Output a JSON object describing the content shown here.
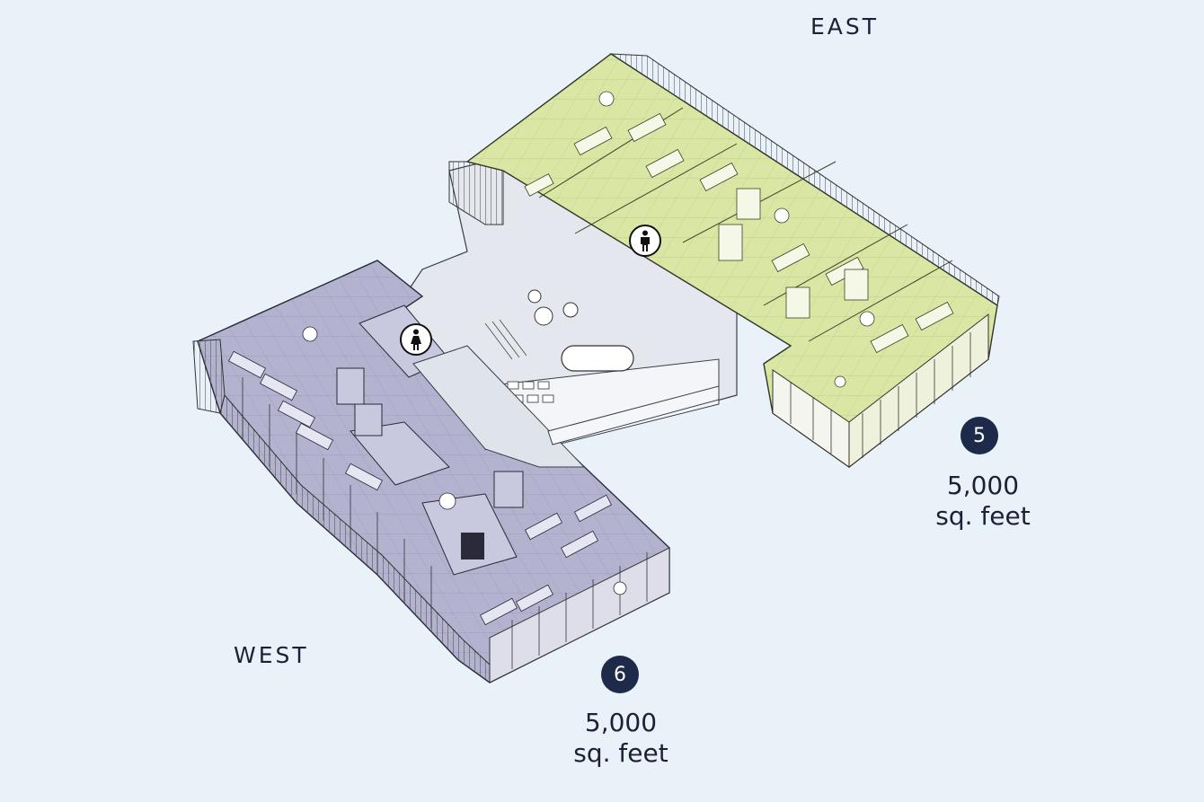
{
  "wings": {
    "east": {
      "label": "EAST",
      "floor_number": "5",
      "area_value": "5,000",
      "area_unit": "sq. feet",
      "highlight_color": "#d9e6a4"
    },
    "west": {
      "label": "WEST",
      "floor_number": "6",
      "area_value": "5,000",
      "area_unit": "sq. feet",
      "highlight_color": "#b3b3d0"
    }
  },
  "icons": {
    "mens_restroom": "male-restroom-icon",
    "womens_restroom": "female-restroom-icon"
  },
  "colors": {
    "background": "#e9f1f9",
    "badge": "#1d2a4a",
    "east_fill": "#d9e6a4",
    "west_fill": "#b3b3d0",
    "core_fill": "#e4e8ee",
    "line": "#3a3d4a"
  }
}
